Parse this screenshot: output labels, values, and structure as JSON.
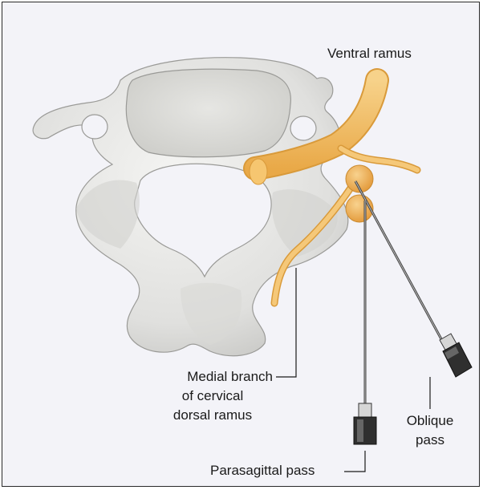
{
  "labels": {
    "ventral_ramus": "Ventral ramus",
    "medial_branch_line1": "Medial branch",
    "medial_branch_line2": "of cervical",
    "medial_branch_line3": "dorsal ramus",
    "oblique_line1": "Oblique",
    "oblique_line2": "pass",
    "parasagittal": "Parasagittal pass"
  },
  "colors": {
    "background": "#f3f3f8",
    "bone": "#e4e4e2",
    "bone_shadow": "#b9b9b6",
    "nerve": "#f2be62",
    "nerve_dark": "#d99a3a",
    "needle": "#555555",
    "hub": "#333333"
  }
}
